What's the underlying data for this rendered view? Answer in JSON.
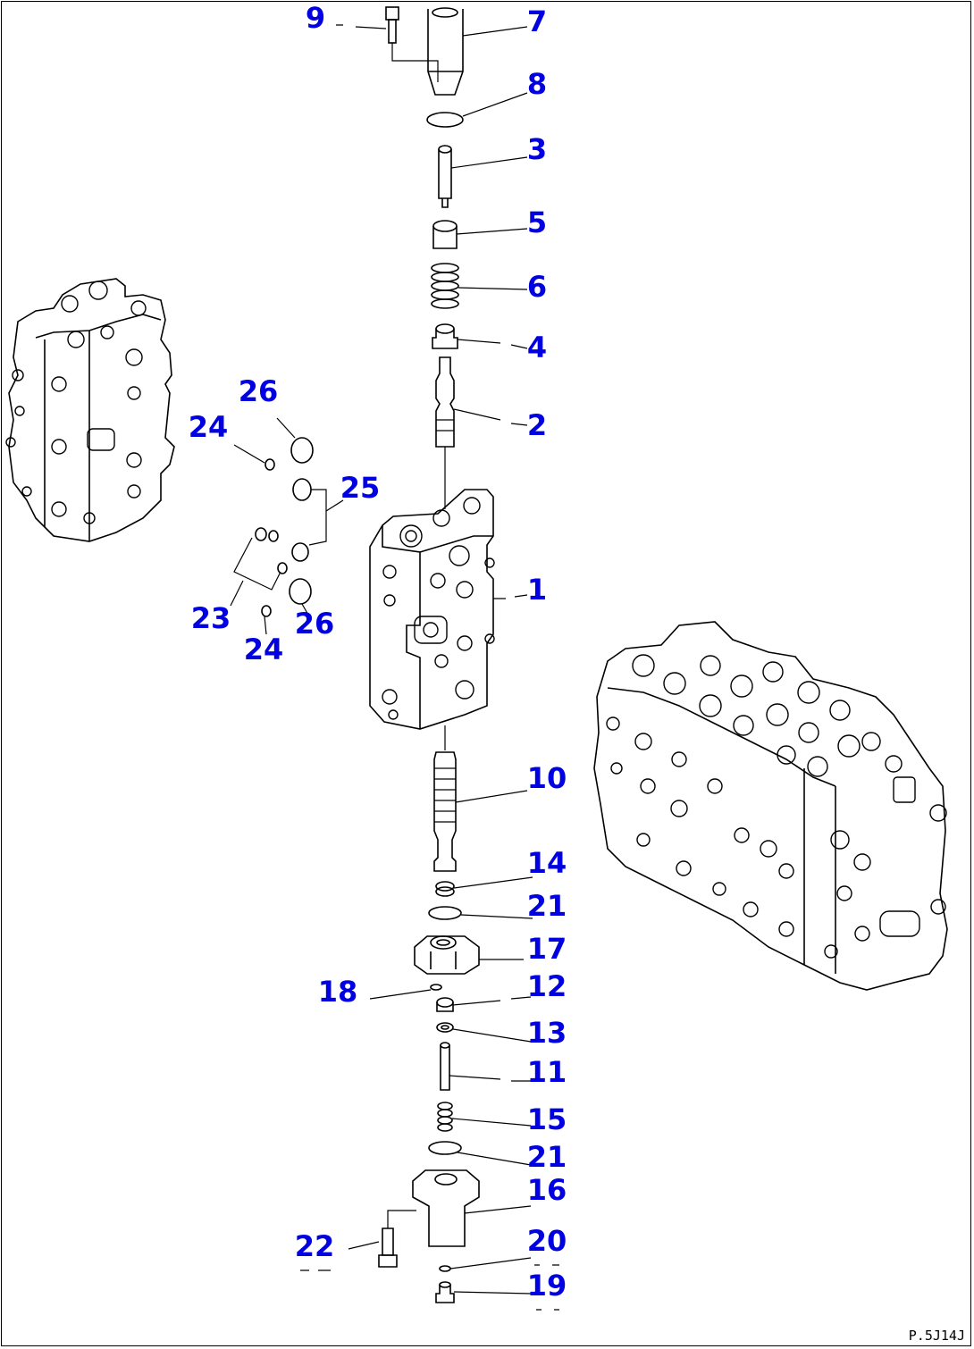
{
  "callouts": [
    {
      "id": "9",
      "text": "9"
    },
    {
      "id": "7",
      "text": "7"
    },
    {
      "id": "8",
      "text": "8"
    },
    {
      "id": "3",
      "text": "3"
    },
    {
      "id": "5",
      "text": "5"
    },
    {
      "id": "6",
      "text": "6"
    },
    {
      "id": "4",
      "text": "4"
    },
    {
      "id": "2",
      "text": "2"
    },
    {
      "id": "26a",
      "text": "26"
    },
    {
      "id": "24a",
      "text": "24"
    },
    {
      "id": "25",
      "text": "25"
    },
    {
      "id": "1",
      "text": "1"
    },
    {
      "id": "23",
      "text": "23"
    },
    {
      "id": "26b",
      "text": "26"
    },
    {
      "id": "24b",
      "text": "24"
    },
    {
      "id": "10",
      "text": "10"
    },
    {
      "id": "14",
      "text": "14"
    },
    {
      "id": "21a",
      "text": "21"
    },
    {
      "id": "17",
      "text": "17"
    },
    {
      "id": "18",
      "text": "18"
    },
    {
      "id": "12",
      "text": "12"
    },
    {
      "id": "13",
      "text": "13"
    },
    {
      "id": "11",
      "text": "11"
    },
    {
      "id": "15",
      "text": "15"
    },
    {
      "id": "21b",
      "text": "21"
    },
    {
      "id": "16",
      "text": "16"
    },
    {
      "id": "22",
      "text": "22"
    },
    {
      "id": "20",
      "text": "20"
    },
    {
      "id": "19",
      "text": "19"
    }
  ],
  "page_ref": "P.5J14J",
  "colors": {
    "callout": "#0000e0",
    "line": "#000000",
    "background": "#ffffff"
  }
}
